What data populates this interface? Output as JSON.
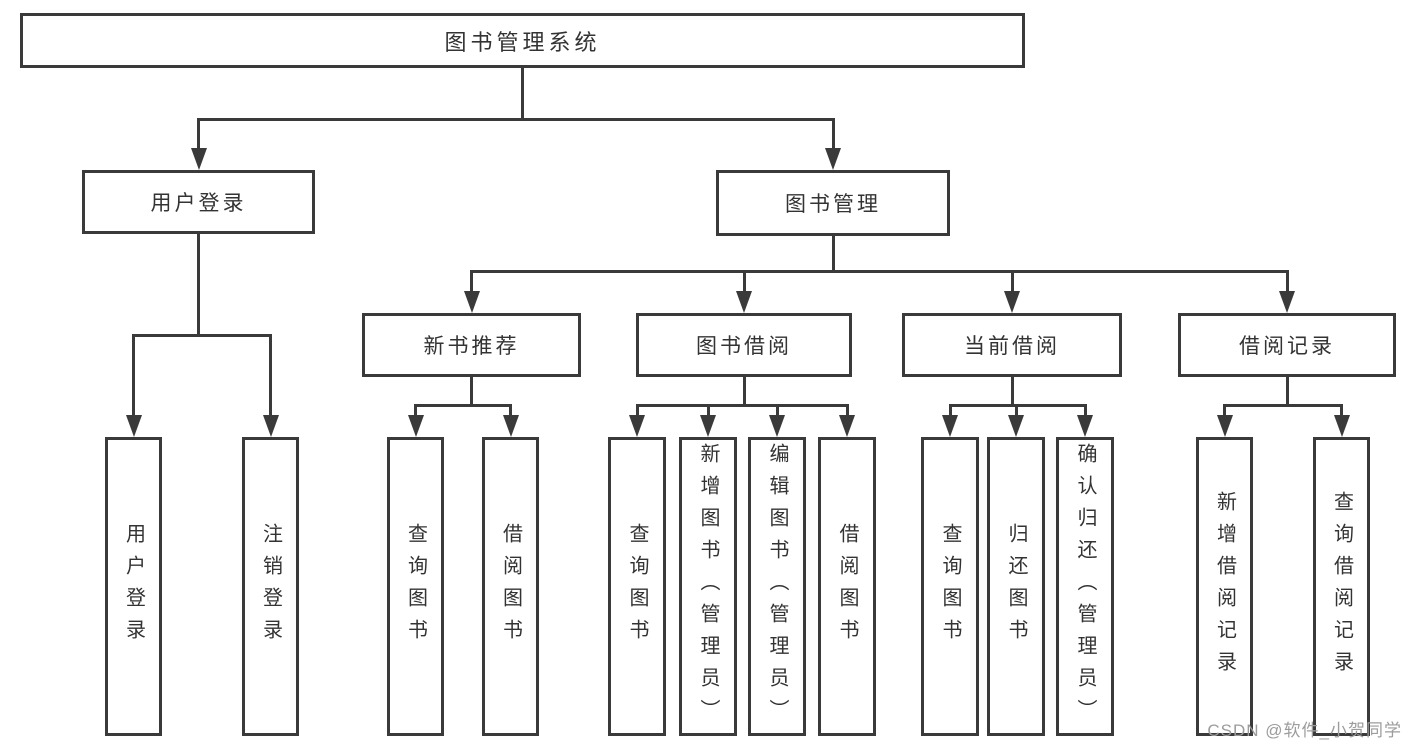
{
  "diagram": {
    "nodes": [
      {
        "id": "root",
        "label": "图书管理系统",
        "parent": null,
        "orientation": "horizontal"
      },
      {
        "id": "user-login",
        "label": "用户登录",
        "parent": "root",
        "orientation": "horizontal"
      },
      {
        "id": "book-mgmt",
        "label": "图书管理",
        "parent": "root",
        "orientation": "horizontal"
      },
      {
        "id": "new-books",
        "label": "新书推荐",
        "parent": "book-mgmt",
        "orientation": "horizontal"
      },
      {
        "id": "book-borrow",
        "label": "图书借阅",
        "parent": "book-mgmt",
        "orientation": "horizontal"
      },
      {
        "id": "current-borrow",
        "label": "当前借阅",
        "parent": "book-mgmt",
        "orientation": "horizontal"
      },
      {
        "id": "borrow-records",
        "label": "借阅记录",
        "parent": "book-mgmt",
        "orientation": "horizontal"
      },
      {
        "id": "login",
        "label": "用户登录",
        "parent": "user-login",
        "orientation": "vertical"
      },
      {
        "id": "logout",
        "label": "注销登录",
        "parent": "user-login",
        "orientation": "vertical"
      },
      {
        "id": "nb-query",
        "label": "查询图书",
        "parent": "new-books",
        "orientation": "vertical"
      },
      {
        "id": "nb-borrow",
        "label": "借阅图书",
        "parent": "new-books",
        "orientation": "vertical"
      },
      {
        "id": "bb-query",
        "label": "查询图书",
        "parent": "book-borrow",
        "orientation": "vertical"
      },
      {
        "id": "bb-add",
        "label": "新增图书（管理员）",
        "parent": "book-borrow",
        "orientation": "vertical"
      },
      {
        "id": "bb-edit",
        "label": "编辑图书（管理员）",
        "parent": "book-borrow",
        "orientation": "vertical"
      },
      {
        "id": "bb-borrow",
        "label": "借阅图书",
        "parent": "book-borrow",
        "orientation": "vertical"
      },
      {
        "id": "cb-query",
        "label": "查询图书",
        "parent": "current-borrow",
        "orientation": "vertical"
      },
      {
        "id": "cb-return",
        "label": "归还图书",
        "parent": "current-borrow",
        "orientation": "vertical"
      },
      {
        "id": "cb-confirm",
        "label": "确认归还（管理员）",
        "parent": "current-borrow",
        "orientation": "vertical"
      },
      {
        "id": "br-add",
        "label": "新增借阅记录",
        "parent": "borrow-records",
        "orientation": "vertical"
      },
      {
        "id": "br-query",
        "label": "查询借阅记录",
        "parent": "borrow-records",
        "orientation": "vertical"
      }
    ]
  },
  "watermark": {
    "text": "CSDN @软件_小贺同学"
  },
  "colors": {
    "line": "#3a3a3a",
    "text": "#333333",
    "box_background": "#ffffff",
    "background": "#ffffff",
    "watermark": "#9c9c9c"
  }
}
